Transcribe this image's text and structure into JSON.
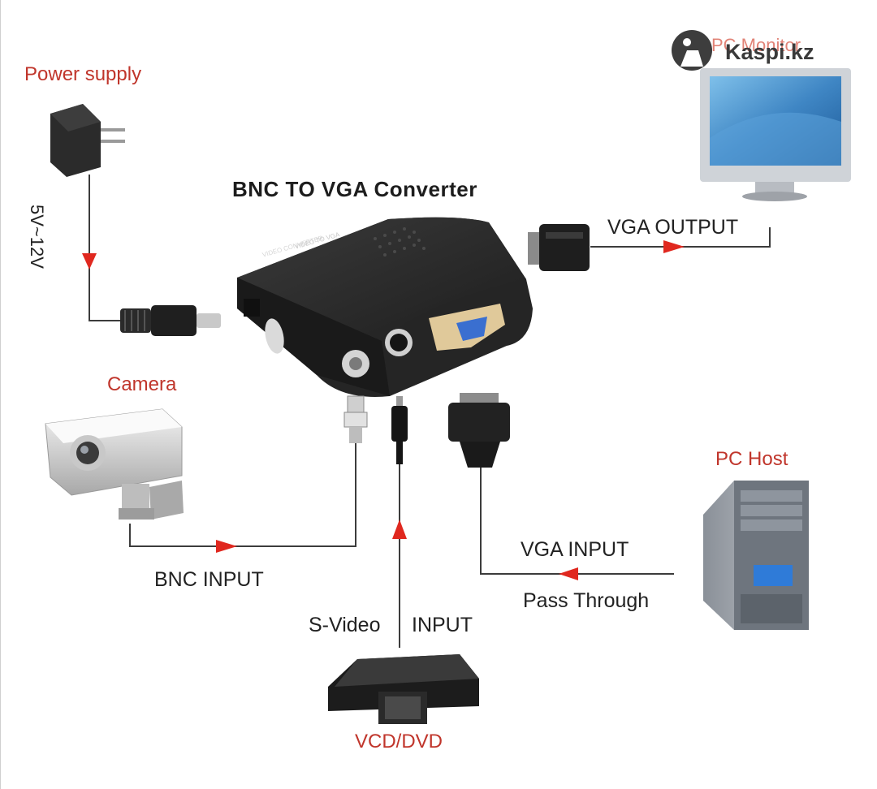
{
  "diagram": {
    "title": "BNC TO VGA Converter",
    "watermark": {
      "logo_text": "Kaspi.kz"
    },
    "devices": {
      "power_supply": "Power supply",
      "camera": "Camera",
      "pc_host": "PC Host",
      "vcd_dvd": "VCD/DVD",
      "pc_monitor": "PC Monitor"
    },
    "connections": {
      "voltage": "5V~12V",
      "vga_output": "VGA OUTPUT",
      "bnc_input": "BNC INPUT",
      "vga_input": "VGA INPUT",
      "pass_through": "Pass Through",
      "s_video": "S-Video",
      "input": "INPUT"
    },
    "device_print": {
      "line1": "VIDEO CONVERTER",
      "line2": "VIDEO TO VGA"
    },
    "colors": {
      "label_red": "#c0352b",
      "arrow_red": "#e0281f",
      "device_body": "#2a2a2a",
      "monitor_screen": "#4a90c8"
    },
    "icons": [
      "power-adapter-icon",
      "converter-box-icon",
      "vga-plug-icon",
      "monitor-icon",
      "cctv-camera-icon",
      "pc-tower-icon",
      "dvd-player-icon",
      "bnc-plug-icon",
      "svideo-plug-icon",
      "kaspi-logo-icon"
    ]
  }
}
